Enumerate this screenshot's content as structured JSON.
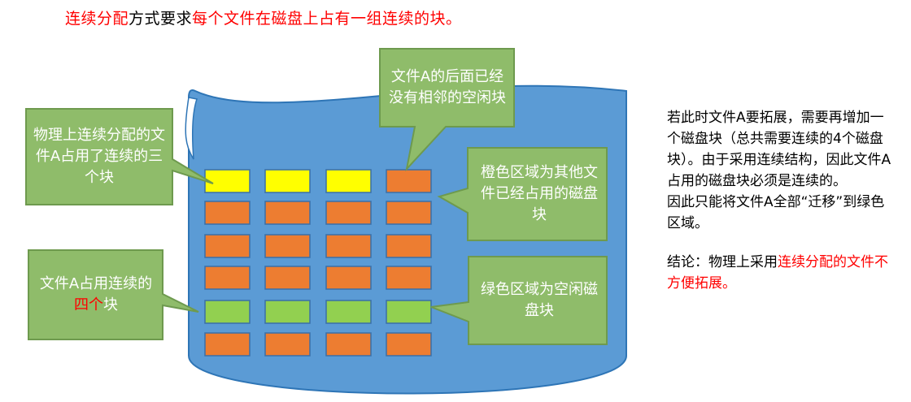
{
  "title": {
    "part1": "连续分配",
    "part2": "方式要求",
    "part3": "每个文件在磁盘上占有一组连续的块。"
  },
  "colors": {
    "disk_fill": "#5b9bd5",
    "disk_stroke": "#2e75b6",
    "callout_fill": "#8fbc6a",
    "callout_stroke": "#6e9a4e",
    "block_yellow": "#ffff00",
    "block_orange": "#ed7d31",
    "block_green": "#92d050",
    "red": "#ff0000"
  },
  "disk": {
    "rows": [
      [
        "yellow",
        "yellow",
        "yellow",
        "orange"
      ],
      [
        "orange",
        "orange",
        "orange",
        "orange"
      ],
      [
        "orange",
        "orange",
        "orange",
        "orange"
      ],
      [
        "orange",
        "orange",
        "orange",
        "orange"
      ],
      [
        "green",
        "green",
        "green",
        "green"
      ],
      [
        "orange",
        "orange",
        "orange",
        "orange"
      ]
    ]
  },
  "callouts": {
    "physical": "物理上连续分配的文件A占用了连续的三个块",
    "no_adjacent": "文件A的后面已经没有相邻的空闲块",
    "orange_area": "橙色区域为其他文件已经占用的磁盘块",
    "four_blocks_prefix": "文件A占用连续的",
    "four_blocks_red": "四个",
    "four_blocks_suffix": "块",
    "green_area": "绿色区域为空闲磁盘块"
  },
  "right_panel": {
    "paragraph1": "若此时文件A要拓展，需要再增加一个磁盘块（总共需要连续的4个磁盘块）。由于采用连续结构，因此文件A占用的磁盘块必须是连续的。",
    "paragraph2": "因此只能将文件A全部“迁移”到绿色区域。",
    "conclusion_prefix": "结论：物理上采用",
    "conclusion_red": "连续分配的文件不方便拓展。"
  }
}
